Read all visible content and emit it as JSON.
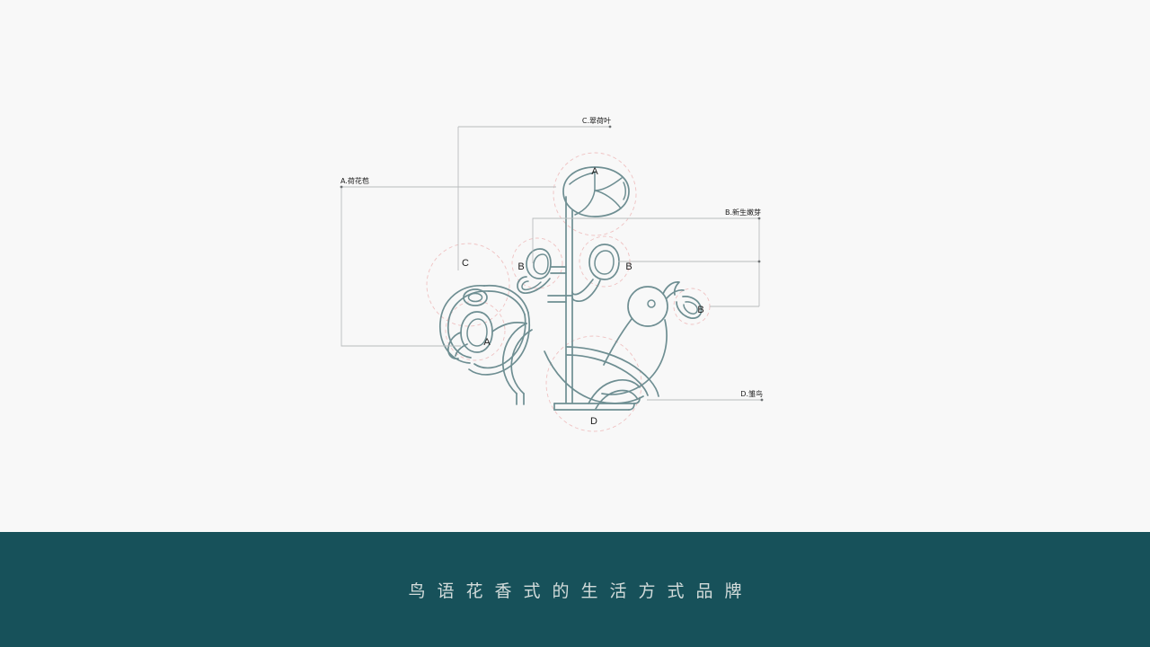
{
  "page": {
    "background_color": "#f8f8f8",
    "artboard_height": 592
  },
  "banner": {
    "background_color": "#17515a",
    "text_color": "#d3dcdb",
    "tagline": "鸟语花香式的生活方式品牌"
  },
  "logo": {
    "mark_stroke_color": "#6e8e92",
    "guide_circle_color": "#efc2c2",
    "callout_line_color": "#b9bcbd"
  },
  "callouts": [
    {
      "key": "A",
      "label": "A.荷花苞"
    },
    {
      "key": "B",
      "label": "B.新生嫩芽"
    },
    {
      "key": "C",
      "label": "C.翠荷叶"
    },
    {
      "key": "D",
      "label": "D.雏鸟"
    }
  ],
  "markers": {
    "a_top": "A",
    "a_left": "A",
    "b_left": "B",
    "b_mid": "B",
    "b_right": "B",
    "c": "C",
    "d": "D"
  }
}
